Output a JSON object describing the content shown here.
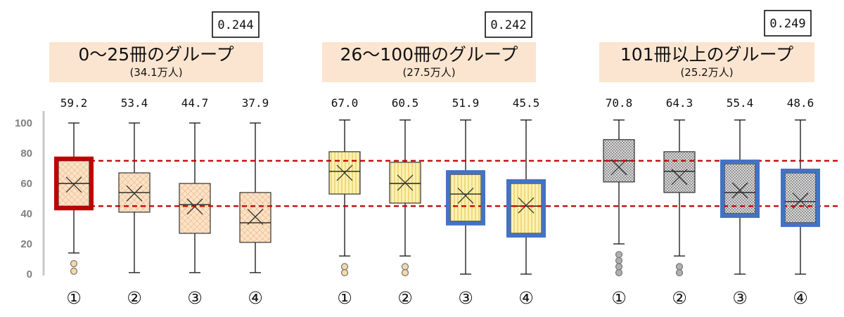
{
  "chart_data": {
    "type": "boxplot",
    "yticks": [
      0,
      20,
      40,
      60,
      80,
      100
    ],
    "ylim": [
      0,
      100
    ],
    "reference_lines": [
      75,
      45
    ],
    "colors": {
      "group1_fill": "#fbe3c8",
      "group1_pattern": "#e8a870",
      "group2_fill": "#fdf2b0",
      "group2_pattern": "#e0c050",
      "group3_fill": "#d8d8d8",
      "group3_pattern": "#707070",
      "highlight_red": "#c00000",
      "highlight_blue": "#4472c4"
    },
    "groups": [
      {
        "title": "0～25冊のグループ",
        "subtitle": "(34.1万人)",
        "correlation": "0.244",
        "boxes": [
          {
            "label": "①",
            "mean_label": "59.2",
            "mean": 59.2,
            "whisker_low": 14,
            "q1": 45,
            "median": 60,
            "q3": 75,
            "whisker_high": 100,
            "outliers": [
              6,
              1
            ],
            "highlight": "red"
          },
          {
            "label": "②",
            "mean_label": "53.4",
            "mean": 53.4,
            "whisker_low": 1,
            "q1": 41,
            "median": 54,
            "q3": 67,
            "whisker_high": 100,
            "outliers": [],
            "highlight": ""
          },
          {
            "label": "③",
            "mean_label": "44.7",
            "mean": 44.7,
            "whisker_low": 1,
            "q1": 27,
            "median": 46,
            "q3": 60,
            "whisker_high": 100,
            "outliers": [],
            "highlight": ""
          },
          {
            "label": "④",
            "mean_label": "37.9",
            "mean": 37.9,
            "whisker_low": 1,
            "q1": 21,
            "median": 34,
            "q3": 54,
            "whisker_high": 100,
            "outliers": [],
            "highlight": ""
          }
        ]
      },
      {
        "title": "26～100冊のグループ",
        "subtitle": "(27.5万人)",
        "correlation": "0.242",
        "boxes": [
          {
            "label": "①",
            "mean_label": "67.0",
            "mean": 67.0,
            "whisker_low": 12,
            "q1": 53,
            "median": 68,
            "q3": 81,
            "whisker_high": 102,
            "outliers": [
              4,
              0
            ],
            "highlight": ""
          },
          {
            "label": "②",
            "mean_label": "60.5",
            "mean": 60.5,
            "whisker_low": 12,
            "q1": 47,
            "median": 60,
            "q3": 74,
            "whisker_high": 102,
            "outliers": [
              4,
              0
            ],
            "highlight": ""
          },
          {
            "label": "③",
            "mean_label": "51.9",
            "mean": 51.9,
            "whisker_low": 0,
            "q1": 35,
            "median": 53,
            "q3": 66,
            "whisker_high": 102,
            "outliers": [],
            "highlight": "blue"
          },
          {
            "label": "④",
            "mean_label": "45.5",
            "mean": 45.5,
            "whisker_low": 0,
            "q1": 27,
            "median": 45,
            "q3": 60,
            "whisker_high": 102,
            "outliers": [],
            "highlight": "blue"
          }
        ]
      },
      {
        "title": "101冊以上のグループ",
        "subtitle": "(25.2万人)",
        "correlation": "0.249",
        "boxes": [
          {
            "label": "①",
            "mean_label": "70.8",
            "mean": 70.8,
            "whisker_low": 20,
            "q1": 61,
            "median": 75,
            "q3": 89,
            "whisker_high": 102,
            "outliers": [
              12,
              8,
              4,
              0
            ],
            "highlight": ""
          },
          {
            "label": "②",
            "mean_label": "64.3",
            "mean": 64.3,
            "whisker_low": 12,
            "q1": 54,
            "median": 68,
            "q3": 81,
            "whisker_high": 102,
            "outliers": [
              4,
              0
            ],
            "highlight": ""
          },
          {
            "label": "③",
            "mean_label": "55.4",
            "mean": 55.4,
            "whisker_low": 0,
            "q1": 40,
            "median": 54,
            "q3": 73,
            "whisker_high": 102,
            "outliers": [],
            "highlight": "blue"
          },
          {
            "label": "④",
            "mean_label": "48.6",
            "mean": 48.6,
            "whisker_low": 0,
            "q1": 34,
            "median": 48,
            "q3": 67,
            "whisker_high": 102,
            "outliers": [],
            "highlight": "blue"
          }
        ]
      }
    ]
  }
}
